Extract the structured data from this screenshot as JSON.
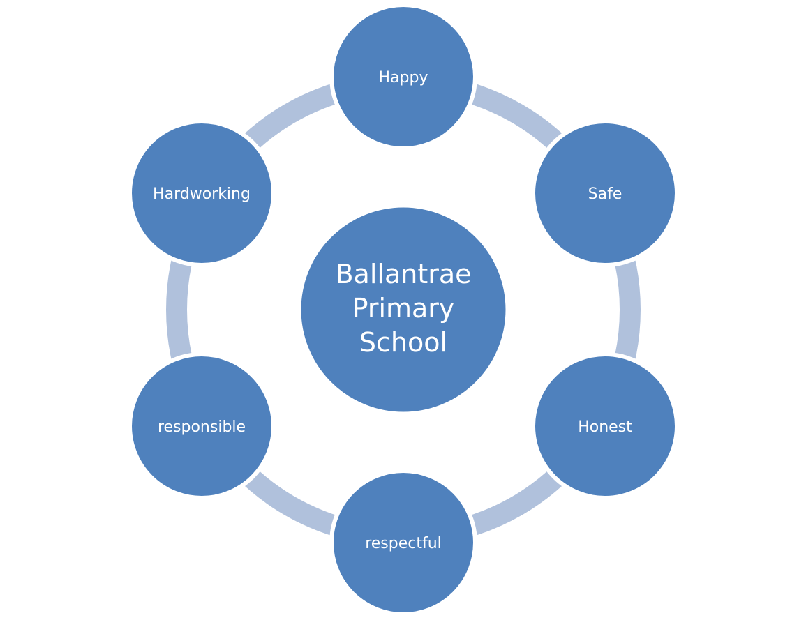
{
  "colors": {
    "node_fill": "#4f81bd",
    "ring": "#b0c1dc",
    "node_stroke": "#ffffff",
    "text": "#ffffff"
  },
  "center": {
    "lines": [
      "Ballantrae",
      "Primary",
      "School"
    ]
  },
  "nodes": [
    {
      "label": "Happy"
    },
    {
      "label": "Safe"
    },
    {
      "label": "Honest"
    },
    {
      "label": "respectful"
    },
    {
      "label": "responsible"
    },
    {
      "label": "Hardworking"
    }
  ]
}
